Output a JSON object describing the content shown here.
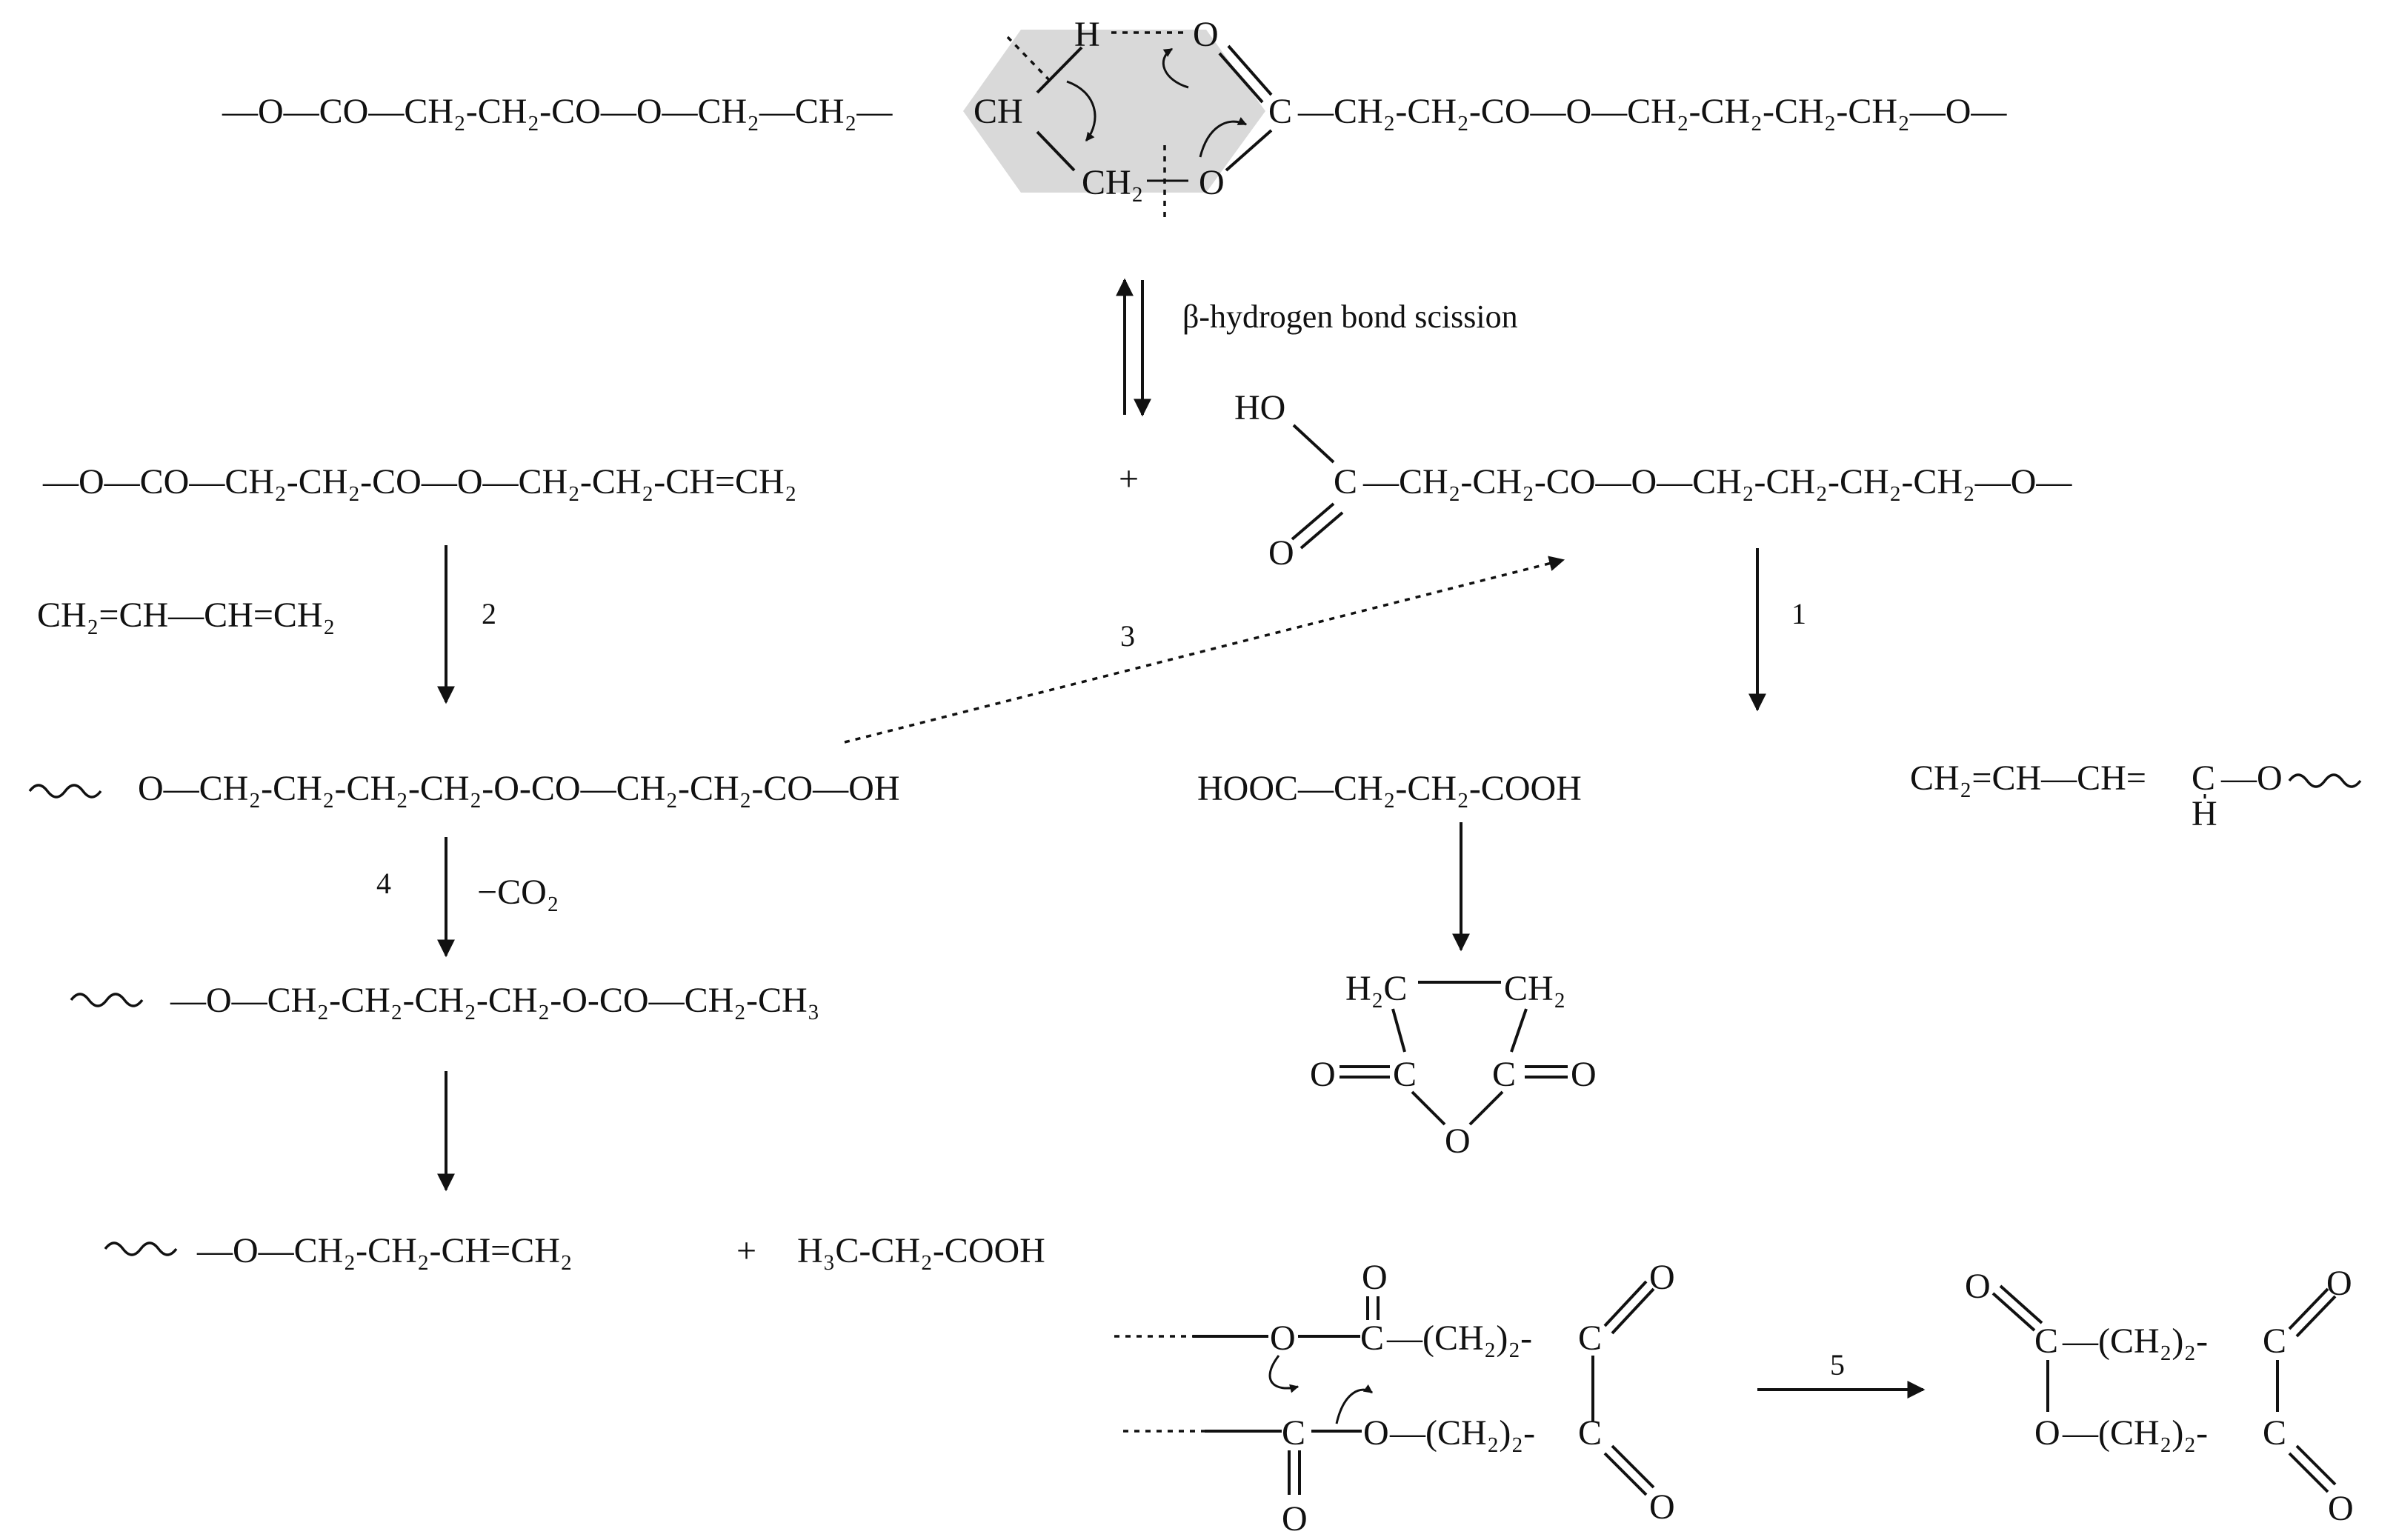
{
  "top_chain": {
    "left": "—O—CO—CH₂-CH₂-CO—O—CH₂—CH₂—",
    "ch": "CH",
    "h": "H",
    "o_top": "O",
    "ch2": "CH₂",
    "o_bot": "O",
    "c": "C",
    "right": "—CH₂-CH₂-CO—O—CH₂-CH₂-CH₂-CH₂—O—"
  },
  "beta_label": "β-hydrogen bond scission",
  "plus1": "+",
  "vinyl_ester": "—O—CO—CH₂-CH₂-CO—O—CH₂-CH₂-CH=CH₂",
  "acid_ester": {
    "ho": "HO",
    "c": "C",
    "o": "O",
    "chain": "—CH₂-CH₂-CO—O—CH₂-CH₂-CH₂-CH₂—O—"
  },
  "butadiene": "CH₂=CH—CH=CH₂",
  "steps": {
    "s1": "1",
    "s2": "2",
    "s3": "3",
    "s4": "4",
    "s5": "5"
  },
  "hydroxy_acid_chain": "O—CH₂-CH₂-CH₂-CH₂-O-CO—CH₂-CH₂-CO—OH",
  "succinic_acid": "HOOC—CH₂-CH₂-COOH",
  "vinyl_ether": {
    "left": "CH₂=CH—CH=",
    "c": "C",
    "h": "H",
    "right": "—O"
  },
  "minus_co2": "−CO₂",
  "propionate_chain": "—O—CH₂-CH₂-CH₂-CH₂-O-CO—CH₂-CH₃",
  "succinic_anhydride": {
    "h2c": "H₂C",
    "ch2": "CH₂",
    "o_left": "O",
    "c_left": "C",
    "c_right": "C",
    "o_right": "O",
    "o_ring": "O"
  },
  "butene_product": "—O—CH₂-CH₂-CH=CH₂",
  "plus2": "+",
  "propionic_acid": "H₃C-CH₂-COOH",
  "transester": {
    "o_top1": "O",
    "o_top2": "O",
    "o1": "O",
    "c1": "C",
    "mid1": "—(CH₂)₂-",
    "c2": "C",
    "c3": "C",
    "o2": "O",
    "mid2": "—(CH₂)₂-",
    "c4": "C",
    "o_bot1": "O",
    "o_bot2": "O"
  },
  "cyclic_product": {
    "o_top1": "O",
    "o_top2": "O",
    "c1": "C",
    "mid1": "—(CH₂)₂-",
    "c2": "C",
    "o_ring": "O",
    "mid2": "—(CH₂)₂-",
    "c3": "C",
    "o_bot": "O"
  }
}
